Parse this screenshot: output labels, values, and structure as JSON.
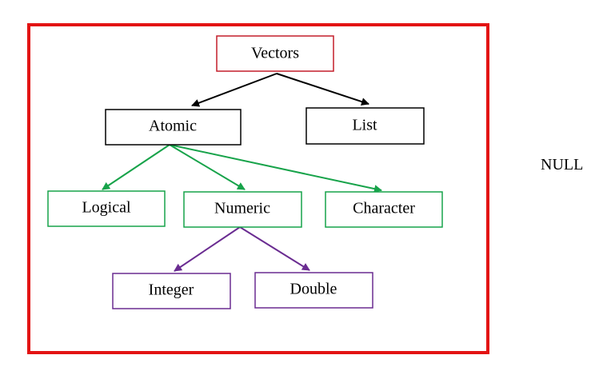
{
  "colors": {
    "frame": "#e31313",
    "root": "#c41e2a",
    "level1": "#000000",
    "level2": "#17a34a",
    "level3": "#6a2c91",
    "text": "#000000"
  },
  "nodes": {
    "vectors": "Vectors",
    "atomic": "Atomic",
    "list": "List",
    "logical": "Logical",
    "numeric": "Numeric",
    "character": "Character",
    "integer": "Integer",
    "double": "Double"
  },
  "outside": {
    "null_label": "NULL"
  }
}
